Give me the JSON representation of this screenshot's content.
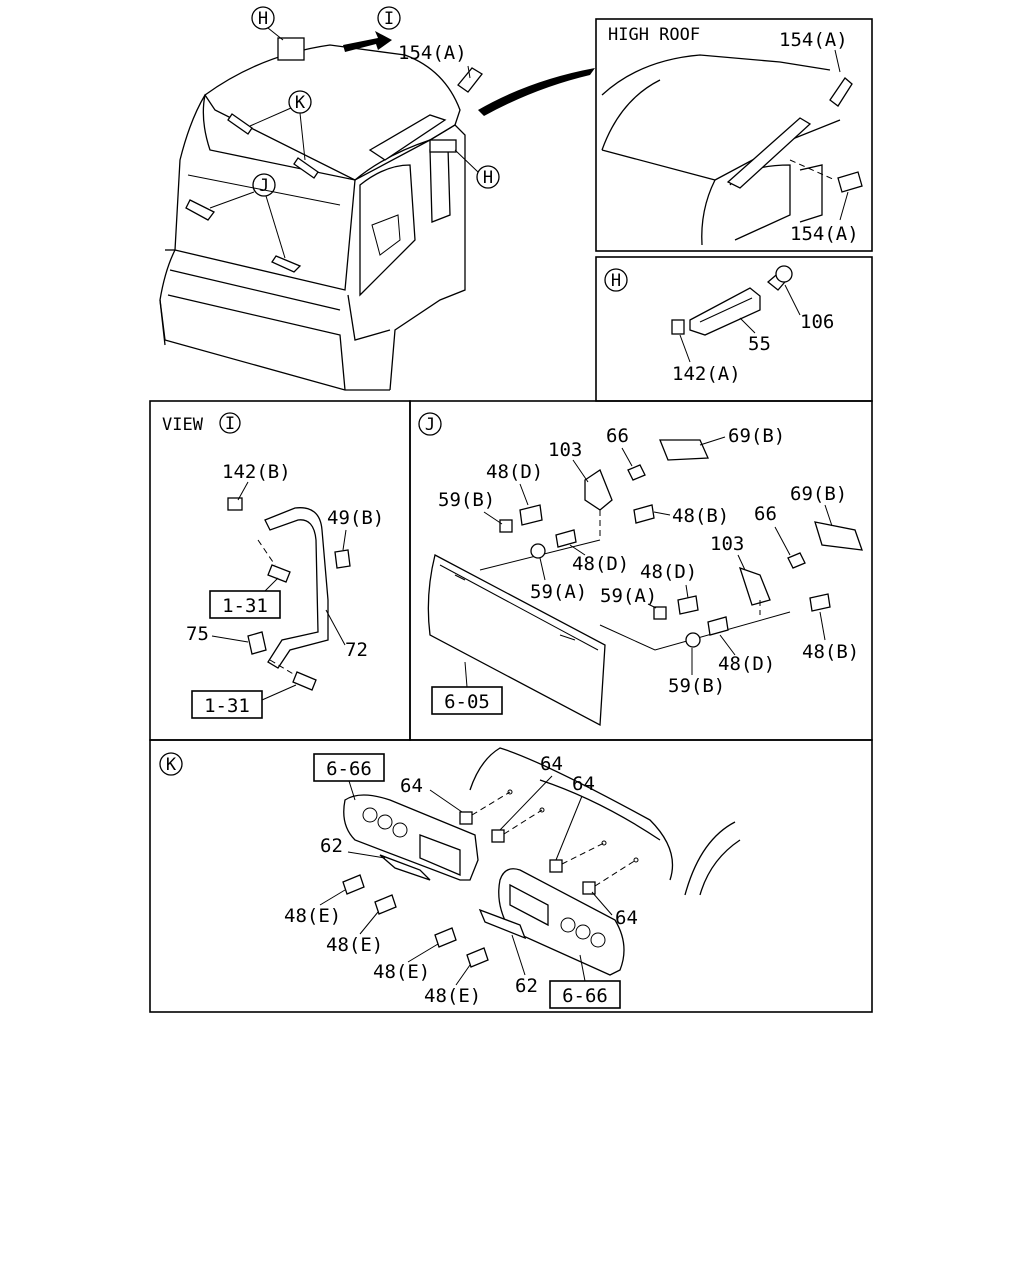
{
  "overview": {
    "markers": {
      "h": "H",
      "i": "I",
      "k": "K",
      "j": "J"
    },
    "labels": {
      "bolt_top": "154(A)"
    }
  },
  "high_roof": {
    "title": "HIGH ROOF",
    "labels": {
      "bolt_upper": "154(A)",
      "bolt_lower": "154(A)"
    }
  },
  "detail_h": {
    "marker": "H",
    "labels": {
      "screw": "106",
      "handle": "55",
      "nut": "142(A)"
    }
  },
  "view_i": {
    "title": "VIEW",
    "marker": "I",
    "labels": {
      "nut_top": "142(B)",
      "nut_right": "49(B)",
      "ref_upper": "1-31",
      "bracket": "75",
      "rod": "72",
      "ref_lower": "1-31"
    }
  },
  "detail_j": {
    "marker": "J",
    "labels": {
      "stay_l": "103",
      "bolt_l": "66",
      "bracket_l": "69(B)",
      "screw_d1": "48(D)",
      "clip_b1": "59(B)",
      "screw_b1": "48(B)",
      "clip_a1": "59(A)",
      "screw_d2": "48(D)",
      "bracket_r": "69(B)",
      "bolt_r": "66",
      "stay_r": "103",
      "screw_d3": "48(D)",
      "clip_a2": "59(A)",
      "screw_b2": "48(B)",
      "screw_d4": "48(D)",
      "clip_b2": "59(B)",
      "ref": "6-05"
    }
  },
  "detail_k": {
    "marker": "K",
    "labels": {
      "ref_top": "6-66",
      "clip_1": "64",
      "clip_2": "64",
      "clip_3": "64",
      "clip_4": "64",
      "stay_1": "62",
      "screw_1": "48(E)",
      "screw_2": "48(E)",
      "screw_3": "48(E)",
      "screw_4": "48(E)",
      "stay_2": "62",
      "ref_bottom": "6-66"
    }
  }
}
